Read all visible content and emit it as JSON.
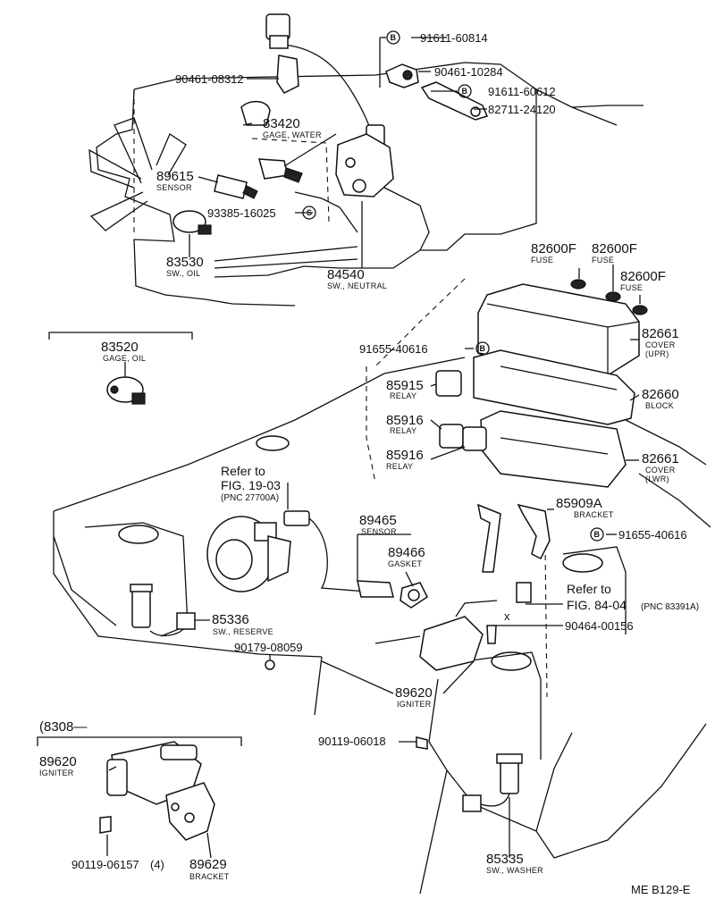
{
  "parts": {
    "p91611_60814": {
      "pn": "91611-60814",
      "mark": "B"
    },
    "p90461_10284": {
      "pn": "90461-10284"
    },
    "p91611_60612": {
      "pn": "91611-60612",
      "mark": "B"
    },
    "p82711_24120": {
      "pn": "82711-24120"
    },
    "p90461_08312": {
      "pn": "90461-08312"
    },
    "p83420": {
      "pn": "83420",
      "desc": "GAGE, WATER"
    },
    "p89615": {
      "pn": "89615",
      "desc": "SENSOR"
    },
    "p93385_16025": {
      "pn": "93385-16025",
      "mark": "S"
    },
    "p83530": {
      "pn": "83530",
      "desc": "SW., OIL"
    },
    "p84540": {
      "pn": "84540",
      "desc": "SW., NEUTRAL"
    },
    "p82600F_a": {
      "pn": "82600F",
      "desc": "FUSE"
    },
    "p82600F_b": {
      "pn": "82600F",
      "desc": "FUSE"
    },
    "p82600F_c": {
      "pn": "82600F",
      "desc": "FUSE"
    },
    "p83520": {
      "pn": "83520",
      "desc": "GAGE, OIL"
    },
    "p91655_40616a": {
      "pn": "91655-40616",
      "mark": "B"
    },
    "p82661_upr": {
      "pn": "82661",
      "desc": "COVER",
      "desc2": "(UPR)"
    },
    "p85915": {
      "pn": "85915",
      "desc": "RELAY"
    },
    "p82660": {
      "pn": "82660",
      "desc": "BLOCK"
    },
    "p85916a": {
      "pn": "85916",
      "desc": "RELAY"
    },
    "p85916b": {
      "pn": "85916",
      "desc": "RELAY"
    },
    "p82661_lwr": {
      "pn": "82661",
      "desc": "COVER",
      "desc2": "(LWR)"
    },
    "p85909A": {
      "pn": "85909A",
      "desc": "BRACKET"
    },
    "p91655_40616b": {
      "pn": "91655-40616",
      "mark": "B"
    },
    "p89465": {
      "pn": "89465",
      "desc": "SENSOR"
    },
    "p89466": {
      "pn": "89466",
      "desc": "GASKET"
    },
    "p85336": {
      "pn": "85336",
      "desc": "SW., RESERVE"
    },
    "p90179_08059": {
      "pn": "90179-08059"
    },
    "p90464_00156": {
      "pn": "90464-00156"
    },
    "p89620": {
      "pn": "89620",
      "desc": "IGNITER"
    },
    "p90119_06018": {
      "pn": "90119-06018"
    },
    "p85335": {
      "pn": "85335",
      "desc": "SW., WASHER"
    }
  },
  "refs": {
    "fig19": {
      "line1": "Refer to",
      "line2": "FIG. 19-03",
      "line3": "(PNC 27700A)"
    },
    "fig84": {
      "line1": "Refer to",
      "line2": "FIG. 84-04",
      "line3": "(PNC 83391A)"
    }
  },
  "inset": {
    "header": "(8308—",
    "igniter": {
      "pn": "89620",
      "desc": "IGNITER"
    },
    "bolt": {
      "pn": "90119-06157",
      "qty": "(4)"
    },
    "bracket": {
      "pn": "89629",
      "desc": "BRACKET"
    }
  },
  "footer": {
    "code": "ME  B129-E"
  }
}
